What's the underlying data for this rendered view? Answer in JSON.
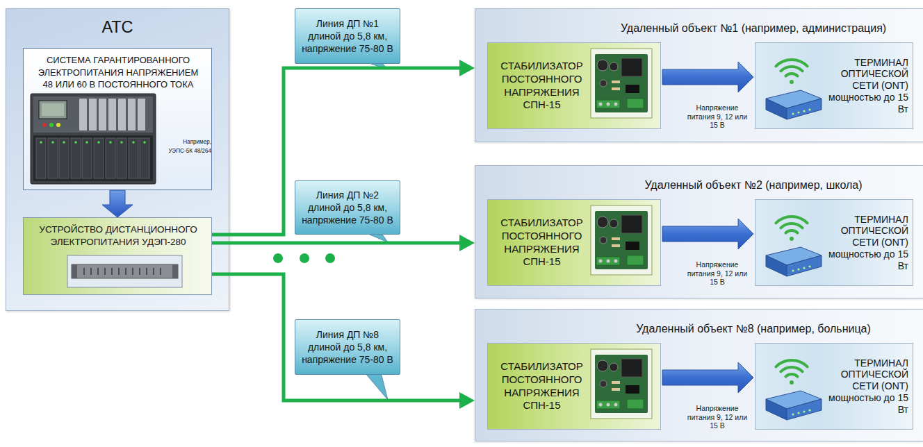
{
  "diagram": {
    "nodes": [
      {
        "text": [
          "АТС"
        ]
      },
      {
        "text": [
          "СИСТЕМА ГАРАНТИРОВАННОГО ЭЛЕКТРОПИТАНИЯ НАПРЯЖЕНИЕМ 48 ИЛИ 60 В ПОСТОЯННОГО ТОКА",
          "Например, УЭПС-5К 48/264"
        ],
        "in": 0
      },
      {
        "text": [
          "УСТРОЙСТВО ДИСТАНЦИОННОГО ЭЛЕКТРОПИТАНИЯ УДЭП-280"
        ],
        "in": 0
      },
      {
        "text": [
          "Удаленный объект №1 (например, администрация)"
        ]
      },
      {
        "text": [
          "СТАБИЛИЗАТОР ПОСТОЯННОГО НАПРЯЖЕНИЯ СПН-15"
        ],
        "in": 3
      },
      {
        "text": [
          "ТЕРМИНАЛ ОПТИЧЕСКОЙ СЕТИ (ONT) мощностью до 15 Вт"
        ],
        "in": 3
      },
      {
        "text": [
          "Удаленный объект №2 (например, школа)"
        ]
      },
      {
        "text": [
          "СТАБИЛИЗАТОР ПОСТОЯННОГО НАПРЯЖЕНИЯ СПН-15"
        ],
        "in": 6
      },
      {
        "text": [
          "ТЕРМИНАЛ ОПТИЧЕСКОЙ СЕТИ (ONT) мощностью до 15 Вт"
        ],
        "in": 6
      },
      {
        "text": [
          "Удаленный объект №8 (например, больница)"
        ]
      },
      {
        "text": [
          "СТАБИЛИЗАТОР ПОСТОЯННОГО НАПРЯЖЕНИЯ СПН-15"
        ],
        "in": 9
      },
      {
        "text": [
          "ТЕРМИНАЛ ОПТИЧЕСКОЙ СЕТИ (ONT) мощностью до 15 Вт"
        ],
        "in": 9
      }
    ],
    "edges": [
      {
        "from": 1,
        "to": 2,
        "arrow": "to"
      },
      {
        "from": 2,
        "to": 3,
        "arrow": "to",
        "label": "Линия ДП №1 длиной до 5,8 км, напряжение 75-80 В"
      },
      {
        "from": 2,
        "to": 6,
        "arrow": "to",
        "label": "Линия ДП №2 длиной до 5,8 км, напряжение 75-80 В"
      },
      {
        "from": 2,
        "to": 9,
        "arrow": "to",
        "label": "Линия ДП №8 длиной до 5,8 км, напряжение 75-80 В"
      },
      {
        "from": 4,
        "to": 5,
        "arrow": "to",
        "label": "Напряжение питания 9, 12 или 15 В"
      },
      {
        "from": 7,
        "to": 8,
        "arrow": "to",
        "label": "Напряжение питания 9, 12 или 15 В"
      },
      {
        "from": 10,
        "to": 11,
        "arrow": "to",
        "label": "Напряжение питания 9, 12 или 15 В"
      }
    ]
  }
}
